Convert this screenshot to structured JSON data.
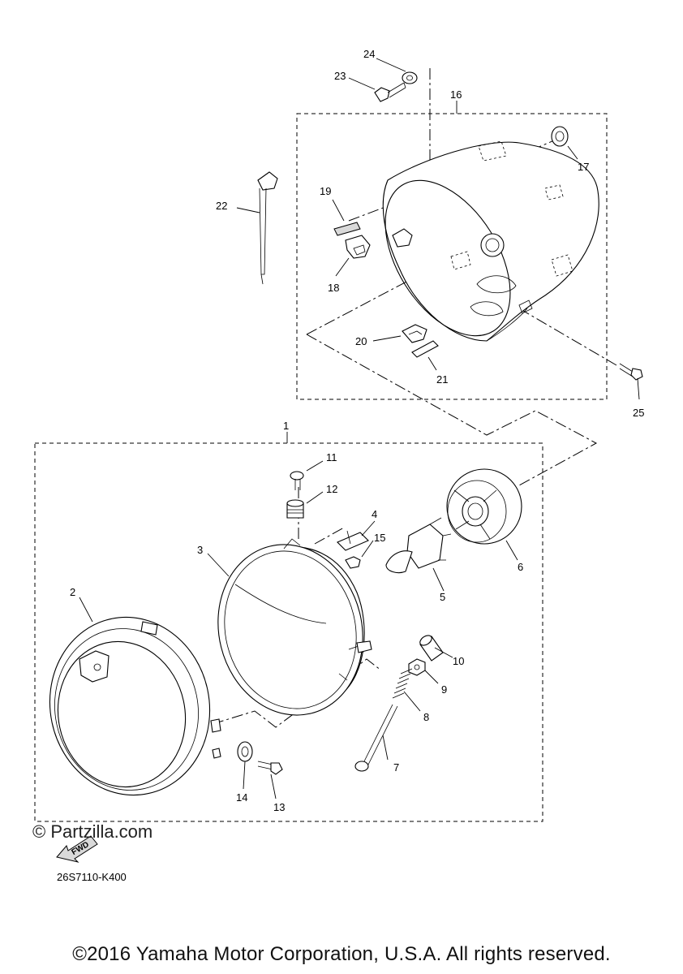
{
  "watermark": "© Partzilla.com",
  "fwd_label": "FWD",
  "diagram_code": "26S7110-K400",
  "copyright": "©2016 Yamaha Motor Corporation, U.S.A. All rights reserved.",
  "callouts": [
    "1",
    "2",
    "3",
    "4",
    "5",
    "6",
    "7",
    "8",
    "9",
    "10",
    "11",
    "12",
    "13",
    "14",
    "15",
    "16",
    "17",
    "18",
    "19",
    "20",
    "21",
    "22",
    "23",
    "24",
    "25"
  ]
}
